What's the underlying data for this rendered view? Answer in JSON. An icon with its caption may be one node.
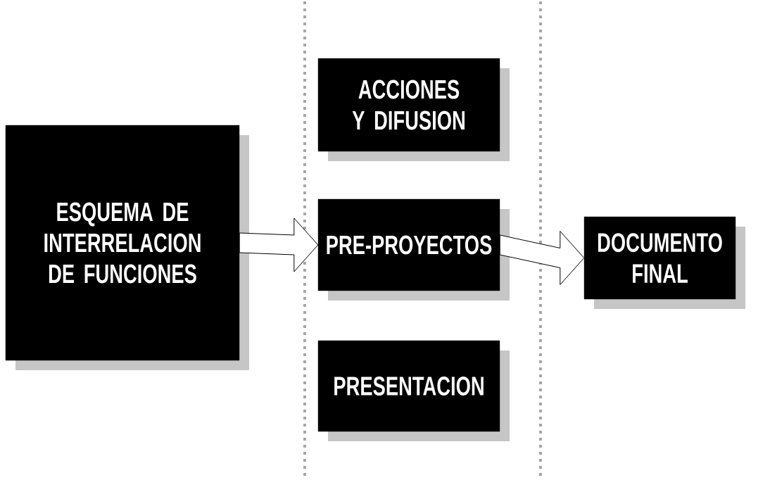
{
  "diagram": {
    "nodes": [
      {
        "text": [
          "ESQUEMA DE INTERRELACION DE FUNCIONES"
        ]
      },
      {
        "text": [
          "ACCIONES Y DIFUSION"
        ]
      },
      {
        "text": [
          "PRE-PROYECTOS"
        ]
      },
      {
        "text": [
          "PRESENTACION"
        ]
      },
      {
        "text": [
          "DOCUMENTO FINAL"
        ]
      }
    ],
    "edges": [
      {
        "from": 0,
        "to": 2,
        "arrow": "to"
      },
      {
        "from": 2,
        "to": 4,
        "arrow": "to"
      }
    ]
  }
}
